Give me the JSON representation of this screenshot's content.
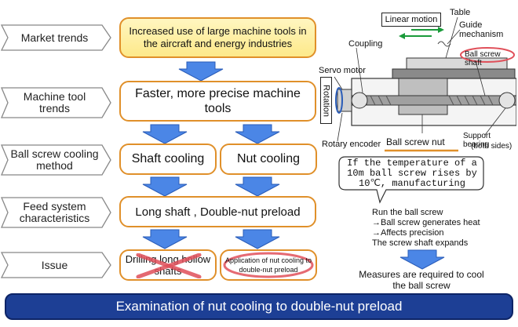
{
  "rows": [
    {
      "label": "Market trends"
    },
    {
      "label": "Machine tool trends"
    },
    {
      "label": "Ball screw cooling method"
    },
    {
      "label": "Feed system characteristics"
    },
    {
      "label": "Issue"
    }
  ],
  "boxes": {
    "market": "Increased use of large machine tools in the aircraft and energy industries",
    "machine": "Faster, more precise machine tools",
    "shaft_cooling": "Shaft cooling",
    "nut_cooling": "Nut cooling",
    "feed": "Long shaft , Double-nut preload",
    "issue_left": "Drilling long hollow shafts",
    "issue_right": "Application of nut cooling to double-nut preload"
  },
  "mechanism": {
    "linear_motion": "Linear motion",
    "table": "Table",
    "guide": "Guide mechanism",
    "coupling": "Coupling",
    "ball_screw_shaft": "Ball screw shaft",
    "servo_motor": "Servo motor",
    "rotation": "Rotation",
    "rotary_encoder": "Rotary encoder",
    "ball_screw_nut": "Ball screw nut",
    "support_bearing": "Support bearing",
    "both_sides": "(both sides)"
  },
  "callout": "If the temperature of a 10m ball screw rises by 10℃, manufacturing",
  "effects": [
    "Run the ball screw",
    "→Ball screw generates heat",
    "→Affects precision",
    "The screw shaft expands"
  ],
  "measures": "Measures are required to cool the ball screw",
  "banner": "Examination of nut cooling to double-nut preload",
  "colors": {
    "box_border": "#e0902a",
    "box_fill_top": "#fff2a8",
    "arrow_blue": "#4b86e6",
    "banner": "#1d3f95",
    "cross": "#e0505a"
  }
}
